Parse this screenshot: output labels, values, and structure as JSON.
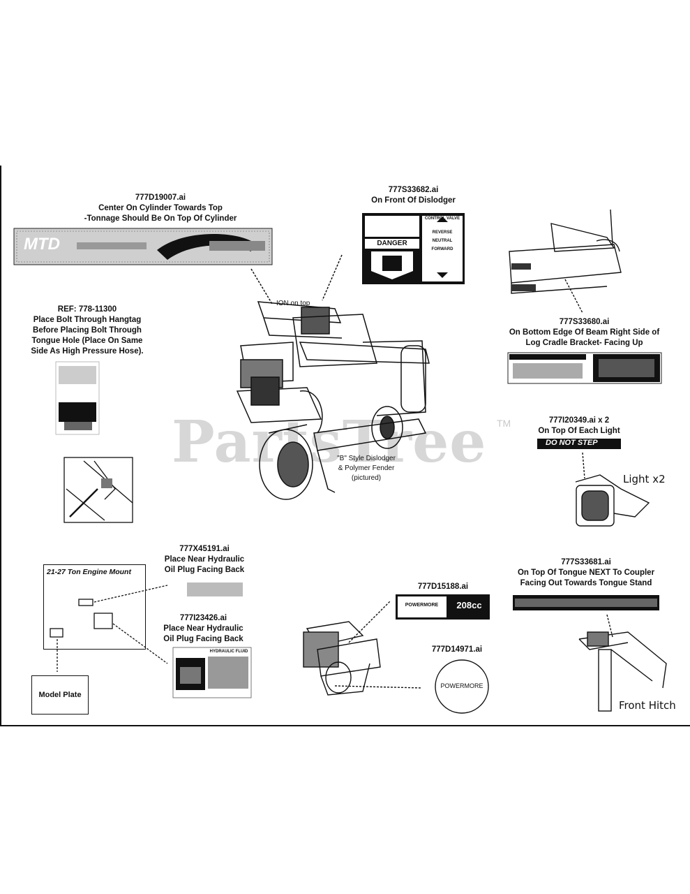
{
  "watermark": {
    "brand": "PartsTree",
    "trademark": "TM"
  },
  "callouts": {
    "cylinder_decal": {
      "part": "777D19007.ai",
      "line1": "Center On Cylinder Towards Top",
      "line2": "-Tonnage Should Be On Top Of Cylinder"
    },
    "dislodger_decal": {
      "part": "777S33682.ai",
      "line1": "On Front Of Dislodger"
    },
    "beam_decal": {
      "part": "777S33680.ai",
      "line1": "On Bottom Edge Of Beam Right Side of",
      "line2": "Log Cradle Bracket- Facing Up"
    },
    "hangtag": {
      "part": "REF: 778-11300",
      "line1": "Place Bolt Through Hangtag",
      "line2": "Before Placing Bolt Through",
      "line3": "Tongue Hole (Place On Same",
      "line4": "Side As High Pressure Hose)."
    },
    "light_decal": {
      "part": "777I20349.ai x 2",
      "line1": "On Top Of Each Light"
    },
    "oil_plug_decal": {
      "part": "777X45191.ai",
      "line1": "Place Near Hydraulic",
      "line2": "Oil Plug Facing Back"
    },
    "hydraulic_decal": {
      "part": "777I23426.ai",
      "line1": "Place Near Hydraulic",
      "line2": "Oil Plug Facing Back"
    },
    "tongue_decal": {
      "part": "777S33681.ai",
      "line1": "On Top Of Tongue NEXT To Coupler",
      "line2": "Facing Out Towards Tongue Stand"
    },
    "engine_decal": {
      "part": "777D15188.ai"
    },
    "engine_round_decal": {
      "part": "777D14971.ai"
    }
  },
  "labels": {
    "ion_on_top": "ION on top",
    "dislodger_note1": "\"B\" Style Dislodger",
    "dislodger_note2": "& Polymer Fender",
    "dislodger_note3": "(pictured)",
    "light_x2": "Light x2",
    "front_hitch": "Front Hitch",
    "engine_mount": "21-27 Ton Engine Mount",
    "model_plate": "Model Plate",
    "do_not_step": "DO NOT STEP",
    "mtd_logo": "MTD",
    "danger": "DANGER",
    "control_valve": "CONTROL VALVE",
    "neutral": "NEUTRAL",
    "forward": "FORWARD",
    "reverse": "REVERSE",
    "hydraulic_fluid": "HYDRAULIC FLUID",
    "powermore_small": "POWERMORE",
    "powermore_round": "POWERMORE",
    "engine_model": "208cc"
  }
}
